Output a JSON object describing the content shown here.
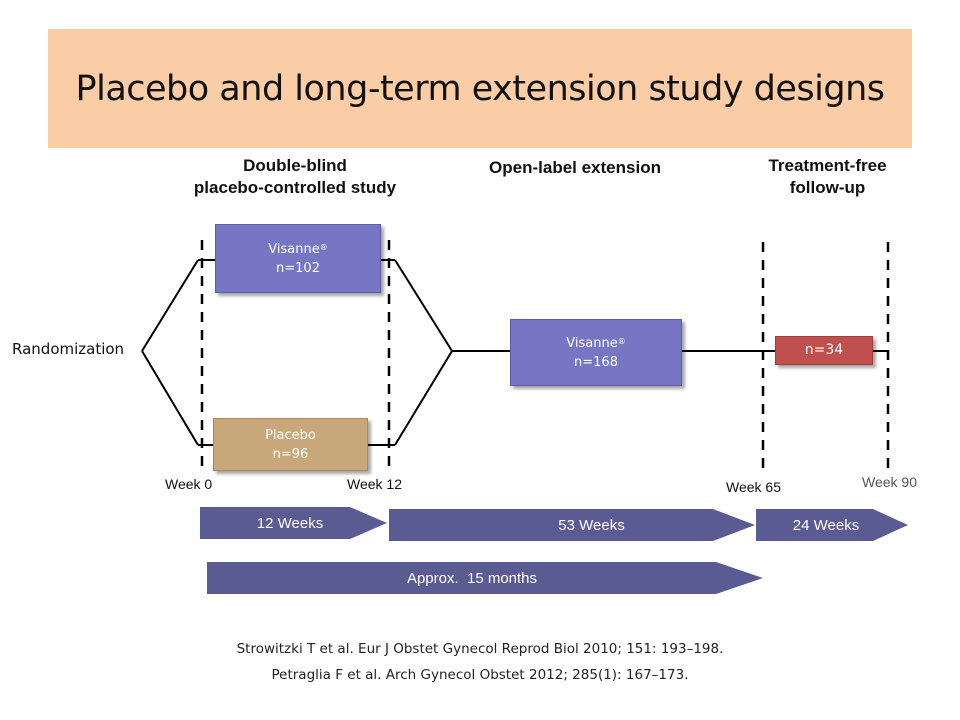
{
  "title": "Placebo and long-term extension study designs",
  "phases": {
    "double_blind": [
      "Double-blind",
      "placebo-controlled study"
    ],
    "open_label": "Open-label extension",
    "follow_up": [
      "Treatment-free",
      "follow-up"
    ]
  },
  "randomization": "Randomization",
  "boxes": {
    "visanne1": {
      "name": "Visanne",
      "mark": "®",
      "n": "n=102"
    },
    "placebo": {
      "name": "Placebo",
      "n": "n=96"
    },
    "visanne2": {
      "name": "Visanne",
      "mark": "®",
      "n": "n=168"
    },
    "followup": {
      "n": "n=34"
    }
  },
  "weeks": {
    "w0": "Week 0",
    "w12": "Week 12",
    "w65": "Week 65",
    "w90": "Week 90"
  },
  "durations": {
    "d12": "12 Weeks",
    "d53": "53 Weeks",
    "d24": "24 Weeks",
    "total": "Approx.  15 months"
  },
  "references": [
    "Strowitzki T et al. Eur J Obstet Gynecol Reprod Biol 2010; 151: 193–198.",
    "Petraglia F et al. Arch Gynecol Obstet 2012; 285(1): 167–173."
  ],
  "colors": {
    "title_bg": "#fbcda6",
    "visanne": "#7676c4",
    "placebo": "#c8a77b",
    "followup": "#c0504d",
    "duration_arrow": "#5b5b94"
  }
}
